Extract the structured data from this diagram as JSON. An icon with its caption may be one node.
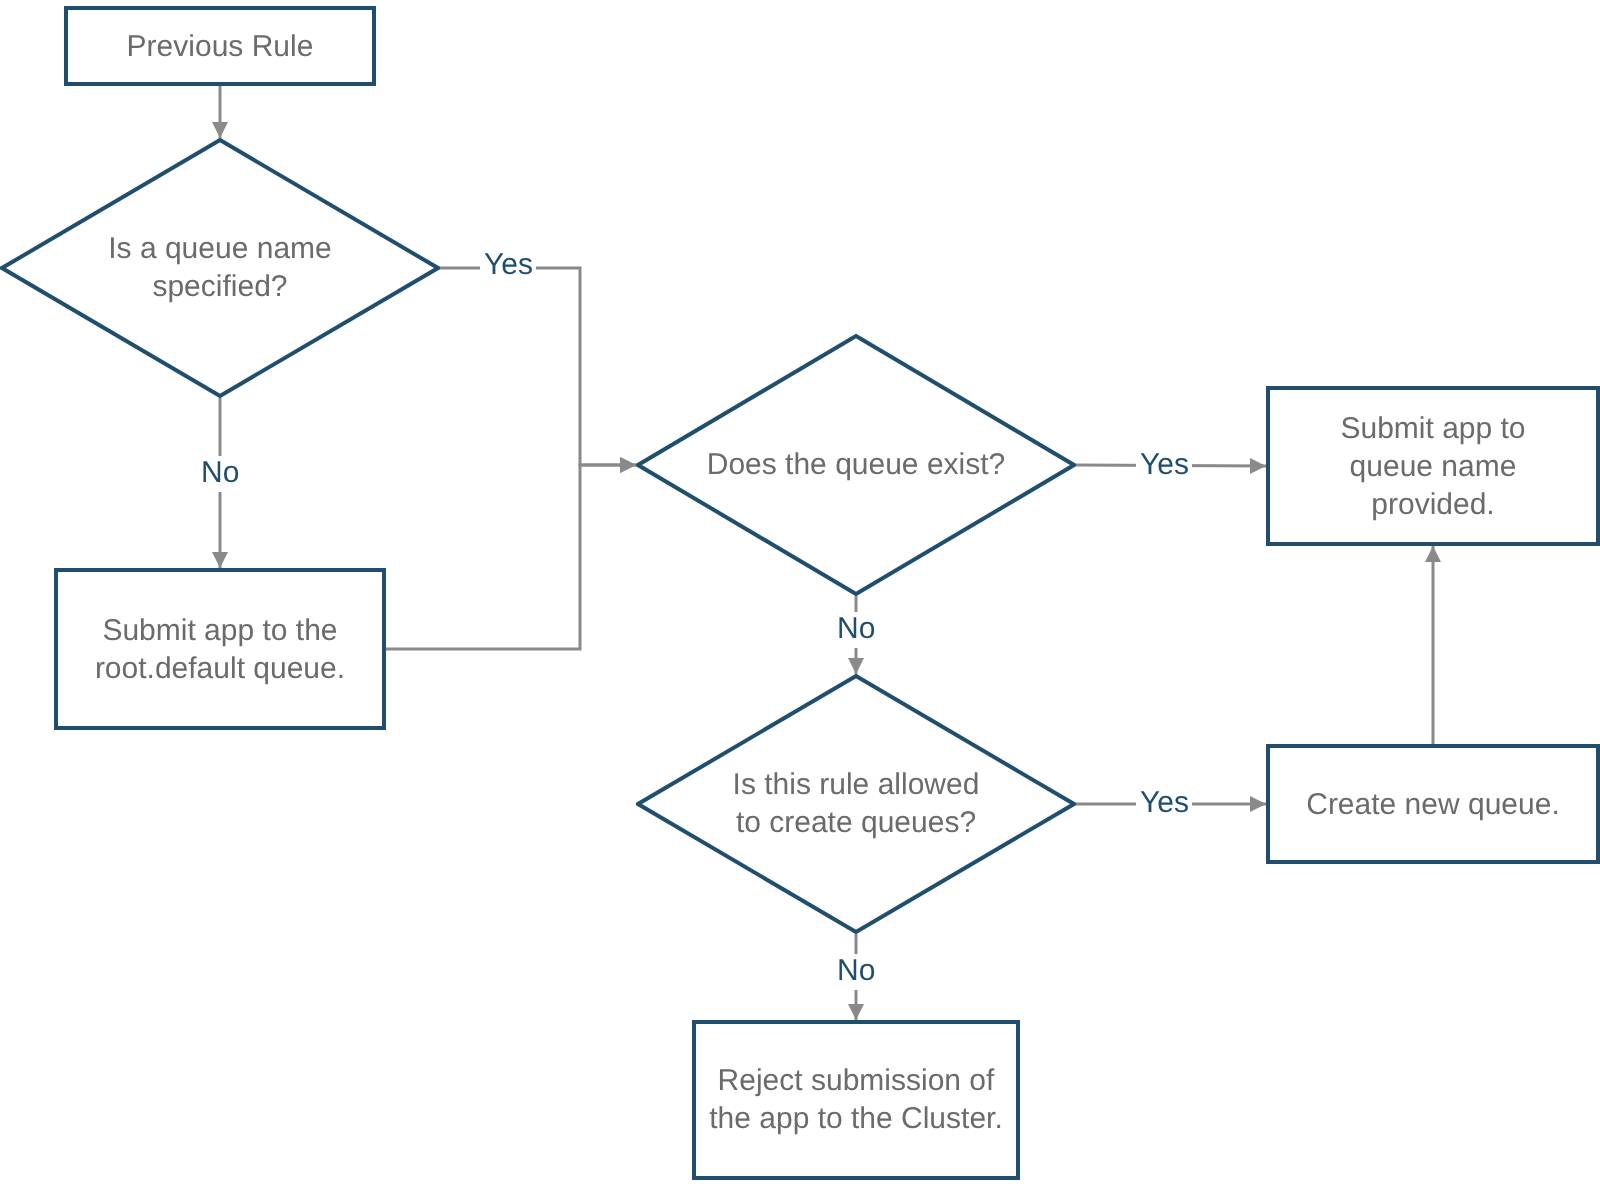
{
  "diagram": {
    "nodes": [
      {
        "text": [
          "Previous Rule"
        ]
      },
      {
        "text": [
          "Is a queue name specified?"
        ]
      },
      {
        "text": [
          "Submit app to the root.default queue."
        ]
      },
      {
        "text": [
          "Does the queue exist?"
        ]
      },
      {
        "text": [
          "Submit app to queue name provided."
        ]
      },
      {
        "text": [
          "Is this rule allowed to create queues?"
        ]
      },
      {
        "text": [
          "Create new queue."
        ]
      },
      {
        "text": [
          "Reject submission of the app to the Cluster."
        ]
      }
    ],
    "edges": [
      {
        "from": 0,
        "to": 1,
        "arrow": "to"
      },
      {
        "from": 1,
        "to": 3,
        "arrow": "to",
        "label": "Yes"
      },
      {
        "from": 1,
        "to": 2,
        "arrow": "to",
        "label": "No"
      },
      {
        "from": 2,
        "to": 3,
        "arrow": "to"
      },
      {
        "from": 3,
        "to": 4,
        "arrow": "to",
        "label": "Yes"
      },
      {
        "from": 3,
        "to": 5,
        "arrow": "to",
        "label": "No"
      },
      {
        "from": 5,
        "to": 6,
        "arrow": "to",
        "label": "Yes"
      },
      {
        "from": 5,
        "to": 7,
        "arrow": "to",
        "label": "No"
      },
      {
        "from": 6,
        "to": 4,
        "arrow": "to"
      }
    ]
  }
}
